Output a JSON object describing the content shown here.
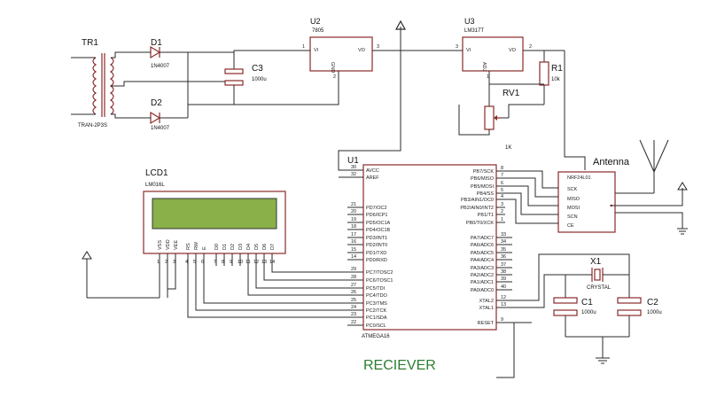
{
  "title": "RECIEVER",
  "title_color": "#2e7d32",
  "wire_color": "#2a2a2a",
  "component_color": "#8a2a2a",
  "tr1": {
    "ref": "TR1",
    "part": "TRAN-2P3S"
  },
  "d1": {
    "ref": "D1",
    "part": "1N4007"
  },
  "d2": {
    "ref": "D2",
    "part": "1N4007"
  },
  "c3": {
    "ref": "C3",
    "value": "1000u"
  },
  "u2": {
    "ref": "U2",
    "part": "7805",
    "vi": "VI",
    "vo": "VO",
    "gnd": "GND",
    "pin_in": "1",
    "pin_out": "3",
    "pin_gnd": "2"
  },
  "u3": {
    "ref": "U3",
    "part": "LM317T",
    "vi": "VI",
    "vo": "VO",
    "adj": "ADJ",
    "pin_in": "3",
    "pin_out": "2",
    "pin_adj": "1"
  },
  "r1": {
    "ref": "R1",
    "value": "10k"
  },
  "rv1": {
    "ref": "RV1",
    "value": "1K"
  },
  "antenna": {
    "label": "Antenna",
    "module": "NRF24L01",
    "pins": [
      "SCK",
      "MISO",
      "MOSI",
      "SCN",
      "CE"
    ]
  },
  "lcd": {
    "ref": "LCD1",
    "part": "LM016L",
    "pins": [
      "VSS",
      "VDD",
      "VEE",
      "RS",
      "RW",
      "E",
      "D0",
      "D1",
      "D2",
      "D3",
      "D4",
      "D5",
      "D6",
      "D7"
    ],
    "pin_numbers": [
      "1",
      "2",
      "3",
      "4",
      "5",
      "6",
      "7",
      "8",
      "9",
      "10",
      "11",
      "12",
      "13",
      "14"
    ]
  },
  "u1": {
    "ref": "U1",
    "part": "ATMEGA16",
    "left_pins": [
      {
        "num": "30",
        "name": "AVCC"
      },
      {
        "num": "32",
        "name": "AREF"
      },
      {
        "num": "21",
        "name": "PD7/OC2"
      },
      {
        "num": "20",
        "name": "PD6/ICP1"
      },
      {
        "num": "19",
        "name": "PD5/OC1A"
      },
      {
        "num": "18",
        "name": "PD4/OC1B"
      },
      {
        "num": "17",
        "name": "PD3/INT1"
      },
      {
        "num": "16",
        "name": "PD2/INT0"
      },
      {
        "num": "15",
        "name": "PD1/TXD"
      },
      {
        "num": "14",
        "name": "PD0/RXD"
      },
      {
        "num": "29",
        "name": "PC7/TOSC2"
      },
      {
        "num": "28",
        "name": "PC6/TOSC1"
      },
      {
        "num": "27",
        "name": "PC5/TDI"
      },
      {
        "num": "26",
        "name": "PC4/TDO"
      },
      {
        "num": "25",
        "name": "PC3/TMS"
      },
      {
        "num": "24",
        "name": "PC2/TCK"
      },
      {
        "num": "23",
        "name": "PC1/SDA"
      },
      {
        "num": "22",
        "name": "PC0/SCL"
      }
    ],
    "right_top_pins": [
      {
        "num": "8",
        "name": "PB7/SCK"
      },
      {
        "num": "7",
        "name": "PB6/MISO"
      },
      {
        "num": "6",
        "name": "PB5/MOSI"
      },
      {
        "num": "5",
        "name": "PB4/SS"
      },
      {
        "num": "4",
        "name": "PB3/AIN1/OC0"
      },
      {
        "num": "3",
        "name": "PB2/AIN0/INT2"
      },
      {
        "num": "2",
        "name": "PB1/T1"
      },
      {
        "num": "1",
        "name": "PB0/T0/XCK"
      }
    ],
    "right_mid_pins": [
      {
        "num": "33",
        "name": "PA7/ADC7"
      },
      {
        "num": "34",
        "name": "PA6/ADC6"
      },
      {
        "num": "35",
        "name": "PA5/ADC5"
      },
      {
        "num": "36",
        "name": "PA4/ADC4"
      },
      {
        "num": "37",
        "name": "PA3/ADC3"
      },
      {
        "num": "38",
        "name": "PA2/ADC2"
      },
      {
        "num": "39",
        "name": "PA1/ADC1"
      },
      {
        "num": "40",
        "name": "PA0/ADC0"
      }
    ],
    "right_bottom_pins": [
      {
        "num": "12",
        "name": "XTAL2"
      },
      {
        "num": "13",
        "name": "XTAL1"
      },
      {
        "num": "9",
        "name": "RESET"
      }
    ]
  },
  "x1": {
    "ref": "X1",
    "part": "CRYSTAL"
  },
  "c1": {
    "ref": "C1",
    "value": "1000u"
  },
  "c2": {
    "ref": "C2",
    "value": "1000u"
  }
}
